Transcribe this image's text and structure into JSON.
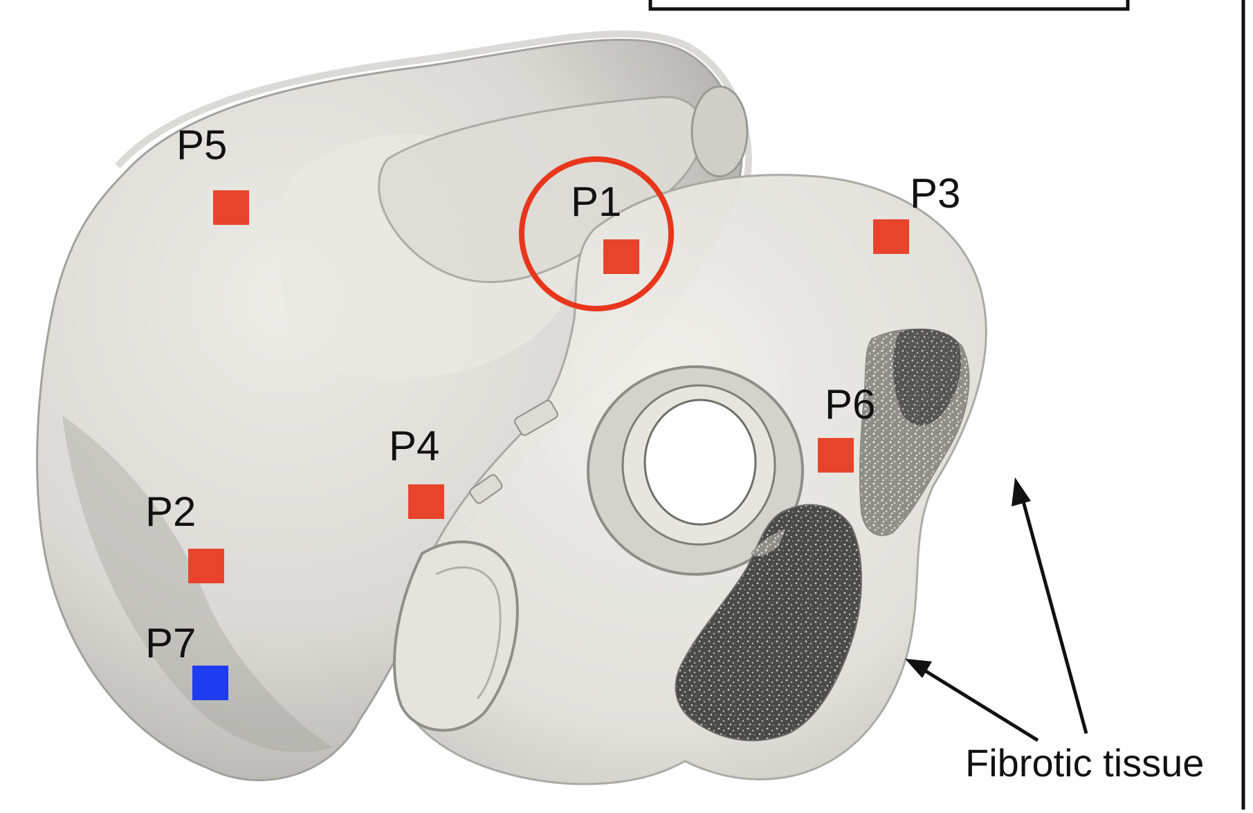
{
  "annotation": {
    "label": "Fibrotic tissue"
  },
  "points": [
    {
      "id": "p1",
      "label": "P1",
      "color": "#e8442c",
      "highlighted": true
    },
    {
      "id": "p2",
      "label": "P2",
      "color": "#e8442c"
    },
    {
      "id": "p3",
      "label": "P3",
      "color": "#e8442c"
    },
    {
      "id": "p4",
      "label": "P4",
      "color": "#e8442c"
    },
    {
      "id": "p5",
      "label": "P5",
      "color": "#e8442c"
    },
    {
      "id": "p6",
      "label": "P6",
      "color": "#e8442c"
    },
    {
      "id": "p7",
      "label": "P7",
      "color": "#1f3df0"
    }
  ],
  "colors": {
    "highlight_ring": "#e8361c",
    "tissue": "#d8d7d2",
    "fibrosis": "#555555"
  }
}
